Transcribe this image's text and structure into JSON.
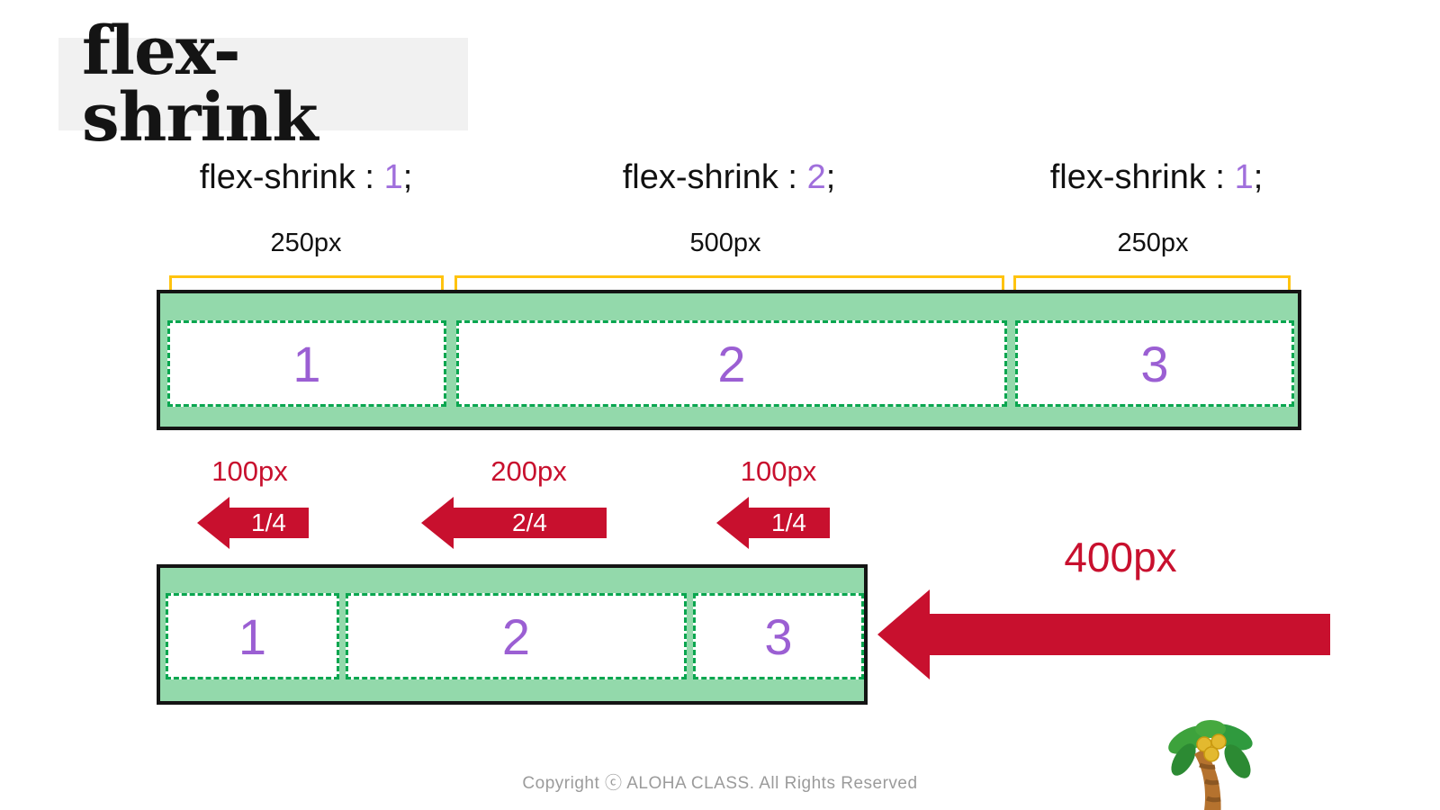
{
  "page": {
    "title": "flex-shrink"
  },
  "colors": {
    "title_background": "#f1f1f1",
    "container_fill": "#93d9ab",
    "item_dash_border": "#0aa650",
    "item_number": "#9b5fd3",
    "declaration_value": "#a06fdc",
    "bracket_yellow": "#ffc30f",
    "arrow_red": "#c8102e",
    "container_border": "#141414",
    "copyright_gray": "#9b9b9b"
  },
  "declarations": [
    {
      "property": "flex-shrink",
      "colon": " : ",
      "value": "1",
      "semicolon": ";"
    },
    {
      "property": "flex-shrink",
      "colon": " : ",
      "value": "2",
      "semicolon": ";"
    },
    {
      "property": "flex-shrink",
      "colon": " : ",
      "value": "1",
      "semicolon": ";"
    }
  ],
  "basis_labels": [
    "250px",
    "500px",
    "250px"
  ],
  "before_items": [
    {
      "label": "1"
    },
    {
      "label": "2"
    },
    {
      "label": "3"
    }
  ],
  "shrink_arrows": [
    {
      "amount": "100px",
      "fraction": "1/4"
    },
    {
      "amount": "200px",
      "fraction": "2/4"
    },
    {
      "amount": "100px",
      "fraction": "1/4"
    }
  ],
  "after_items": [
    {
      "label": "1"
    },
    {
      "label": "2"
    },
    {
      "label": "3"
    }
  ],
  "total_shrink": {
    "amount": "400px"
  },
  "footer": {
    "copyright": "Copyright ⓒ ALOHA CLASS. All Rights Reserved"
  },
  "icons": {
    "palm_tree": "palm-tree"
  }
}
